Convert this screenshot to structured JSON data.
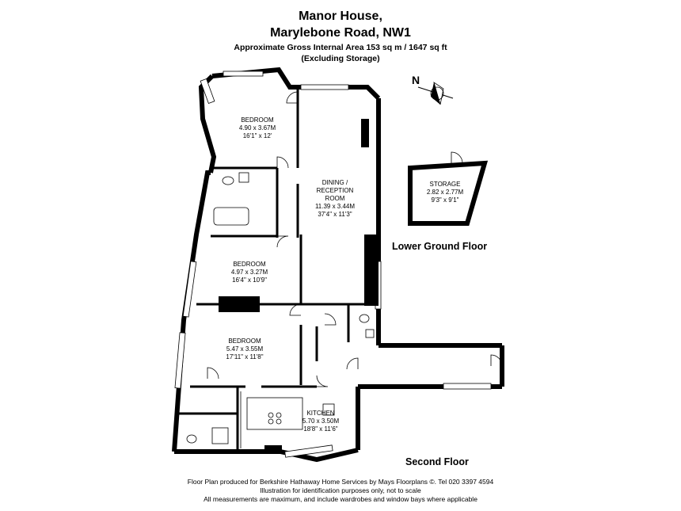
{
  "header": {
    "title_line1": "Manor House,",
    "title_line2": "Marylebone Road, NW1",
    "area_line": "Approximate Gross Internal Area 153 sq m  /  1647 sq ft",
    "storage_note": "(Excluding Storage)"
  },
  "compass": {
    "label": "N"
  },
  "rooms": [
    {
      "name": "BEDROOM",
      "metric": "4.90 x 3.67M",
      "imperial": "16'1\" x 12'"
    },
    {
      "name_line1": "DINING /",
      "name_line2": "RECEPTION",
      "name_line3": "ROOM",
      "metric": "11.39 x 3.44M",
      "imperial": "37'4\" x 11'3\""
    },
    {
      "name": "STORAGE",
      "metric": "2.82 x 2.77M",
      "imperial": "9'3\" x 9'1\""
    },
    {
      "name": "BEDROOM",
      "metric": "4.97 x 3.27M",
      "imperial": "16'4\" x 10'9\""
    },
    {
      "name": "BEDROOM",
      "metric": "5.47 x 3.55M",
      "imperial": "17'11\" x 11'8\""
    },
    {
      "name": "KITCHEN",
      "metric": "5.70 x 3.50M",
      "imperial": "18'8\" x 11'6\""
    }
  ],
  "floors": {
    "lower": "Lower Ground Floor",
    "second": "Second Floor"
  },
  "footer": {
    "line1": "Floor Plan produced for Berkshire Hathaway Home Services  by Mays Floorplans ©.  Tel 020 3397 4594",
    "line2": "Illustration for identification purposes only, not to scale",
    "line3": "All measurements are maximum, and include wardrobes and window bays where applicable"
  }
}
